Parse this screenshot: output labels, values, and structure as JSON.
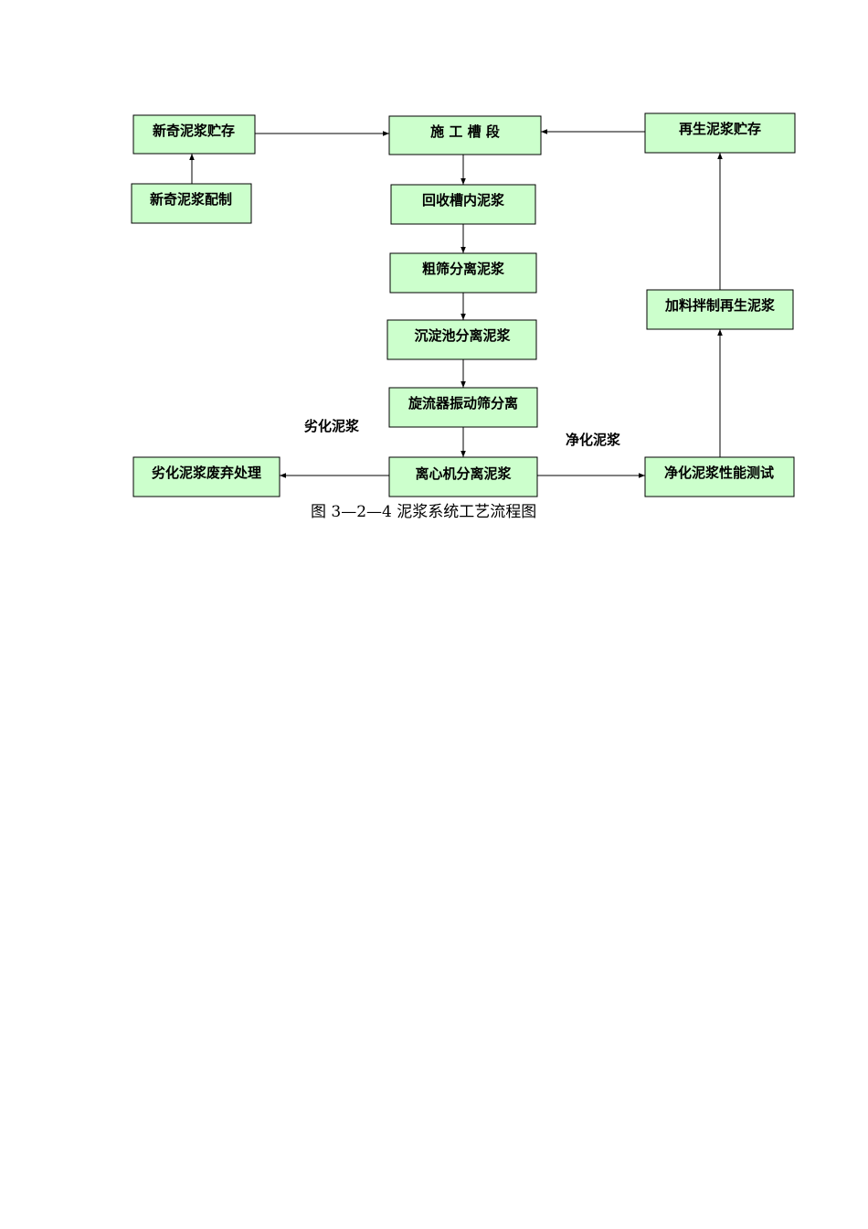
{
  "diagram": {
    "caption": "图 3—2—4  泥浆系统工艺流程图",
    "colors": {
      "box_fill": "#ccffcc",
      "stroke": "#000000"
    },
    "nodes": [
      {
        "id": "new-slurry-storage",
        "label": "新奇泥浆贮存"
      },
      {
        "id": "new-slurry-prep",
        "label": "新奇泥浆配制"
      },
      {
        "id": "construction-trench",
        "label": "施 工 槽 段"
      },
      {
        "id": "recover-slurry",
        "label": "回收槽内泥浆"
      },
      {
        "id": "coarse-screen",
        "label": "粗筛分离泥浆"
      },
      {
        "id": "settling-tank",
        "label": "沉淀池分离泥浆"
      },
      {
        "id": "cyclone-screen",
        "label": "旋流器振动筛分离"
      },
      {
        "id": "centrifuge",
        "label": "离心机分离泥浆"
      },
      {
        "id": "waste-disposal",
        "label": "劣化泥浆废弃处理"
      },
      {
        "id": "performance-test",
        "label": "净化泥浆性能测试"
      },
      {
        "id": "regen-mix",
        "label": "加料拌制再生泥浆"
      },
      {
        "id": "regen-storage",
        "label": "再生泥浆贮存"
      }
    ],
    "edges": [
      {
        "from": "new-slurry-prep",
        "to": "new-slurry-storage",
        "label": ""
      },
      {
        "from": "new-slurry-storage",
        "to": "construction-trench",
        "label": ""
      },
      {
        "from": "regen-storage",
        "to": "construction-trench",
        "label": ""
      },
      {
        "from": "construction-trench",
        "to": "recover-slurry",
        "label": ""
      },
      {
        "from": "recover-slurry",
        "to": "coarse-screen",
        "label": ""
      },
      {
        "from": "coarse-screen",
        "to": "settling-tank",
        "label": ""
      },
      {
        "from": "settling-tank",
        "to": "cyclone-screen",
        "label": ""
      },
      {
        "from": "cyclone-screen",
        "to": "centrifuge",
        "label": ""
      },
      {
        "from": "centrifuge",
        "to": "waste-disposal",
        "label": "劣化泥浆"
      },
      {
        "from": "centrifuge",
        "to": "performance-test",
        "label": "净化泥浆"
      },
      {
        "from": "performance-test",
        "to": "regen-mix",
        "label": ""
      },
      {
        "from": "regen-mix",
        "to": "regen-storage",
        "label": ""
      }
    ]
  }
}
